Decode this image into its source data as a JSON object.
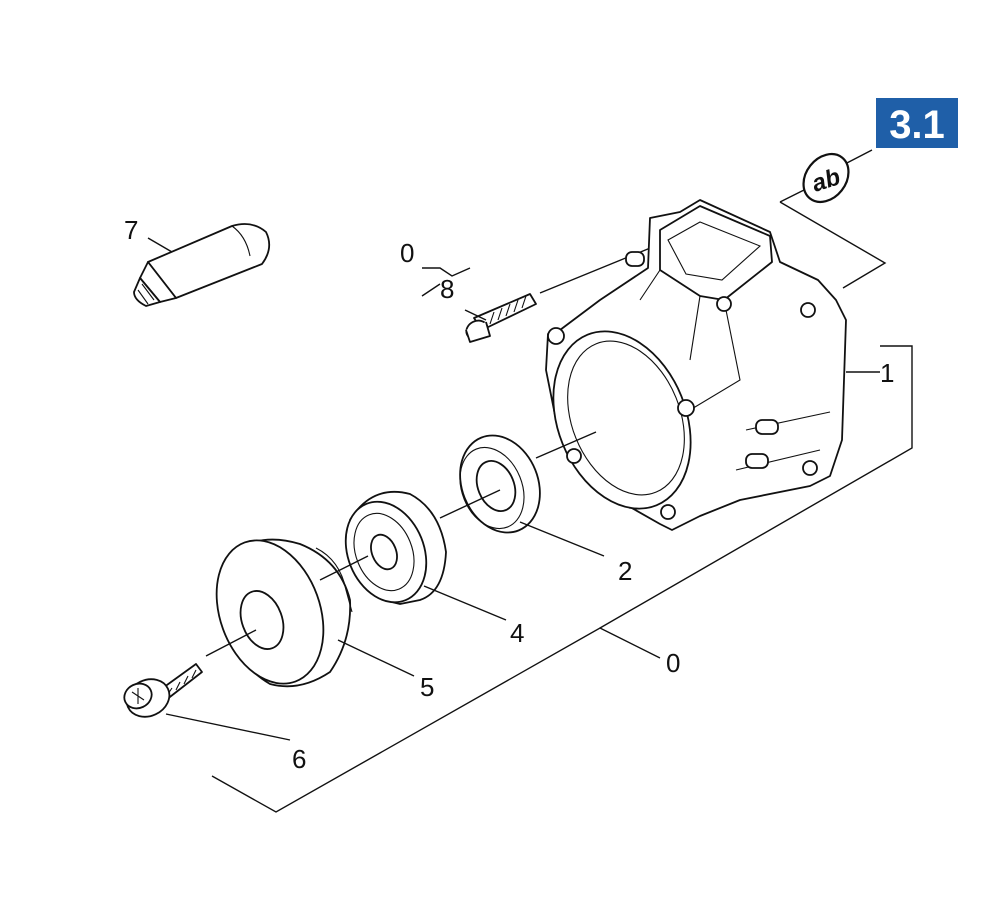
{
  "section_badge": {
    "text": "3.1",
    "color": "#1f5fa8"
  },
  "ab_symbol": {
    "text": "ab",
    "icon": "thread-lock-ab-icon"
  },
  "callouts": {
    "housing": "1",
    "seal_ring": "2",
    "ball_bearing": "4",
    "eccentric_disc": "5",
    "screw": "6",
    "grease_tube": "7",
    "cylinder_screw": "8",
    "screw_kit": "0",
    "assembly_kit": "0"
  }
}
